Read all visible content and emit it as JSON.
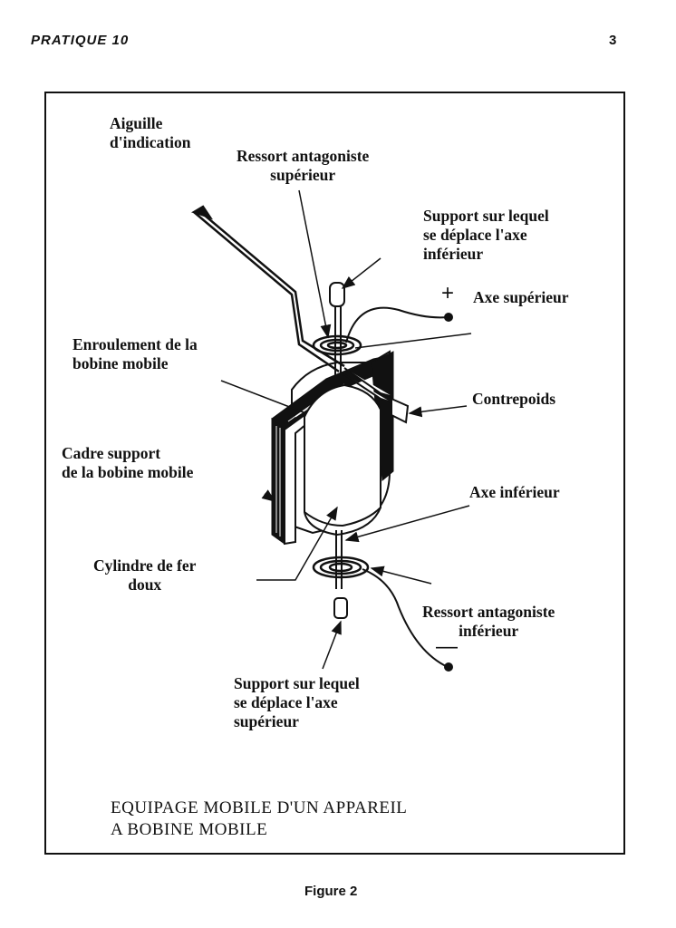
{
  "header": {
    "left": "PRATIQUE 10",
    "right": "3"
  },
  "labels": {
    "aiguille": "Aiguille\nd'indication",
    "ressort_sup": "Ressort antagoniste\nsupérieur",
    "support_inf": "Support sur lequel\nse déplace l'axe\ninférieur",
    "axe_sup": "Axe supérieur",
    "enroulement": "Enroulement de la\nbobine mobile",
    "contrepoids": "Contrepoids",
    "cadre": "Cadre support\nde la bobine mobile",
    "axe_inf": "Axe inférieur",
    "cylindre": "Cylindre de fer\ndoux",
    "ressort_inf": "Ressort antagoniste\ninférieur",
    "support_sup": "Support sur lequel\nse déplace l'axe\nsupérieur"
  },
  "signs": {
    "plus": "+",
    "minus": "—"
  },
  "caption": "EQUIPAGE MOBILE D'UN APPAREIL\nA BOBINE MOBILE",
  "figure_label": "Figure 2"
}
